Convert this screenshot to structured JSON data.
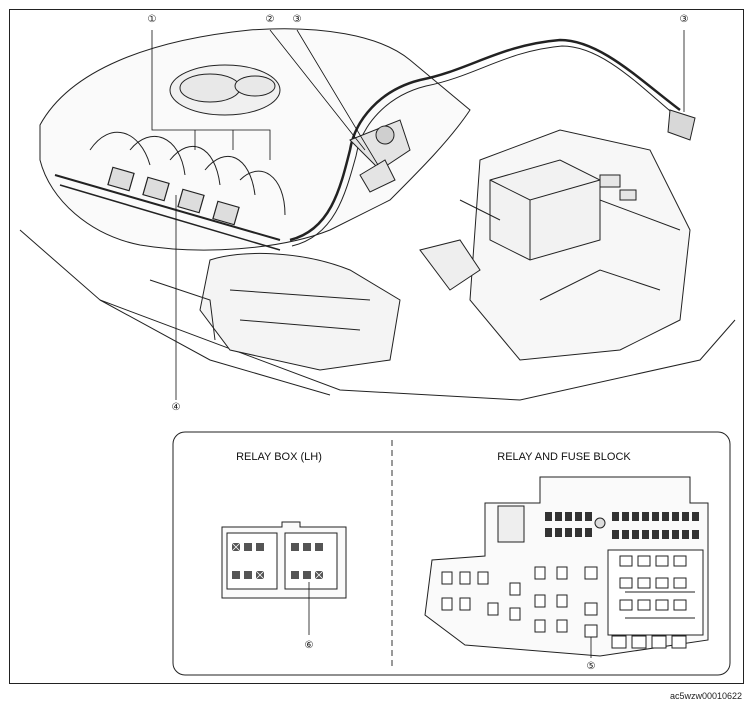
{
  "callouts": {
    "c1": "①",
    "c2": "②",
    "c3a": "③",
    "c3b": "③",
    "c4": "④",
    "c5": "⑤",
    "c6": "⑥"
  },
  "inset": {
    "relay_box_title": "RELAY BOX (LH)",
    "fuse_block_title": "RELAY AND FUSE BLOCK"
  },
  "document_code": "ac5wzw00010622"
}
